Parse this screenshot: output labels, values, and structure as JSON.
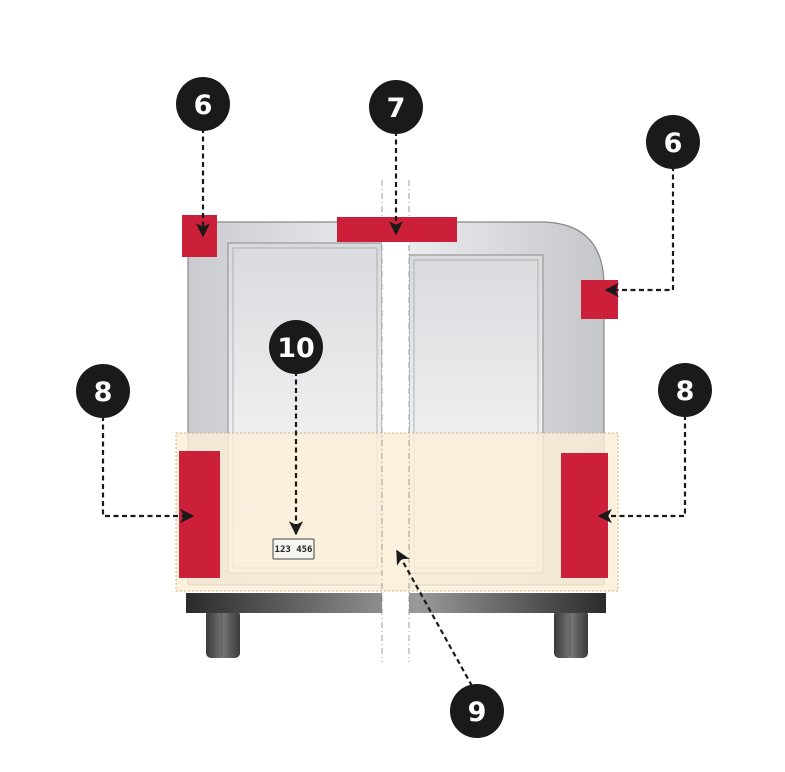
{
  "colors": {
    "marking_red": "#cc1f3a",
    "reflective_band": "#fbeed6",
    "callout_circle": "#1a1a1a",
    "body_silver": "#d4d6da",
    "bumper_dark": "#2a2a2a"
  },
  "callouts": [
    {
      "id": "c6-left",
      "label": "6"
    },
    {
      "id": "c7",
      "label": "7"
    },
    {
      "id": "c6-right",
      "label": "6"
    },
    {
      "id": "c10",
      "label": "10"
    },
    {
      "id": "c8-left",
      "label": "8"
    },
    {
      "id": "c8-right",
      "label": "8"
    },
    {
      "id": "c9",
      "label": "9"
    }
  ],
  "license_plate": {
    "text": "123 456"
  }
}
